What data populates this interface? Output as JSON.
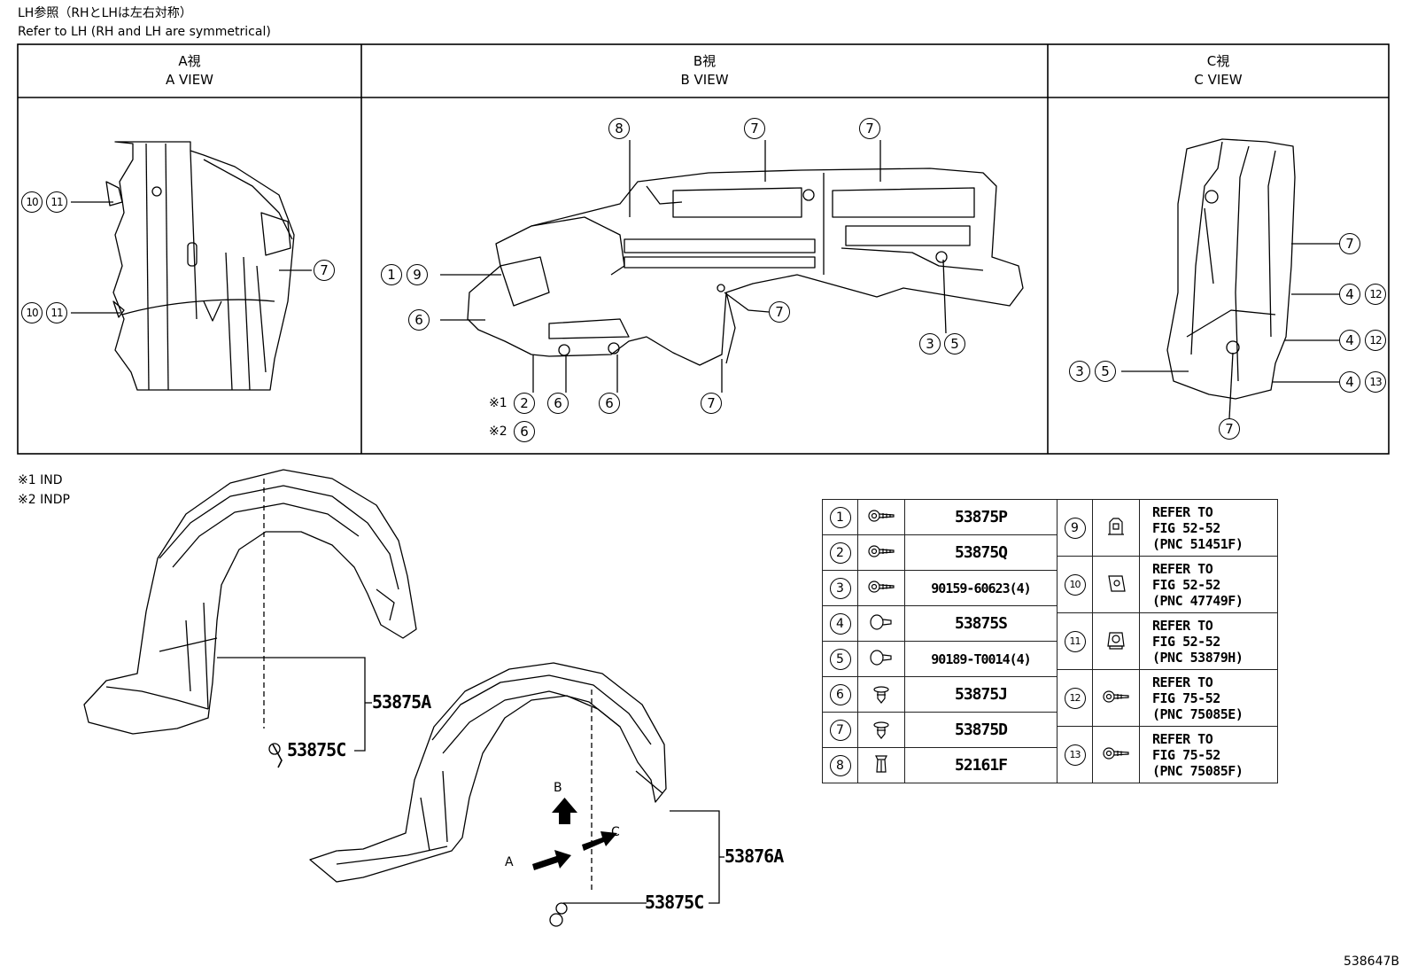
{
  "header": {
    "line1": "LH参照（RHとLHは左右対称）",
    "line2": "Refer to LH (RH and LH are symmetrical)"
  },
  "views": [
    {
      "jp": "A視",
      "en": "A VIEW"
    },
    {
      "jp": "B視",
      "en": "B VIEW"
    },
    {
      "jp": "C視",
      "en": "C VIEW"
    }
  ],
  "callouts": {
    "a_top": [
      "10",
      "11"
    ],
    "a_mid": [
      "10",
      "11"
    ],
    "a_right": [
      "7"
    ],
    "b_19": [
      "1",
      "9"
    ],
    "b_6": [
      "6"
    ],
    "b_8": [
      "8"
    ],
    "b_7a": [
      "7"
    ],
    "b_7b": [
      "7"
    ],
    "b_7c": [
      "7"
    ],
    "b_7d": [
      "7"
    ],
    "b_35": [
      "3",
      "5"
    ],
    "b_2": [
      "2"
    ],
    "b_6a": [
      "6"
    ],
    "b_6b": [
      "6"
    ],
    "b_6c": [
      "6"
    ],
    "c_7a": [
      "7"
    ],
    "c_412a": [
      "4",
      "12"
    ],
    "c_412b": [
      "4",
      "12"
    ],
    "c_413": [
      "4",
      "13"
    ],
    "c_35": [
      "3",
      "5"
    ],
    "c_7b": [
      "7"
    ]
  },
  "markers": {
    "m1": "※1",
    "m2": "※2"
  },
  "notes": {
    "n1": "※1 IND",
    "n2": "※2 INDP"
  },
  "part_labels": {
    "p1": "53875A",
    "p2": "53875C",
    "p3": "53876A",
    "p4": "53875C"
  },
  "arrows": {
    "a": "A",
    "b": "B",
    "c": "C"
  },
  "parts_table": {
    "left": [
      {
        "num": "1",
        "pn": "53875P",
        "icon": "screw-icon"
      },
      {
        "num": "2",
        "pn": "53875Q",
        "icon": "screw-icon"
      },
      {
        "num": "3",
        "pn": "90159-60623(4)",
        "icon": "screw-icon"
      },
      {
        "num": "4",
        "pn": "53875S",
        "icon": "button-head-screw-icon"
      },
      {
        "num": "5",
        "pn": "90189-T0014(4)",
        "icon": "button-head-screw-icon"
      },
      {
        "num": "6",
        "pn": "53875J",
        "icon": "clip-icon"
      },
      {
        "num": "7",
        "pn": "53875D",
        "icon": "clip-icon"
      },
      {
        "num": "8",
        "pn": "52161F",
        "icon": "push-rivet-icon"
      }
    ],
    "right": [
      {
        "num": "9",
        "l1": "REFER TO",
        "l2": "FIG 52-52",
        "l3": "(PNC 51451F)",
        "icon": "clamp-icon"
      },
      {
        "num": "10",
        "l1": "REFER TO",
        "l2": "FIG 52-52",
        "l3": "(PNC 47749F)",
        "icon": "nut-icon"
      },
      {
        "num": "11",
        "l1": "REFER TO",
        "l2": "FIG 52-52",
        "l3": "(PNC 53879H)",
        "icon": "retainer-icon"
      },
      {
        "num": "12",
        "l1": "REFER TO",
        "l2": "FIG 75-52",
        "l3": "(PNC 75085E)",
        "icon": "washer-screw-icon"
      },
      {
        "num": "13",
        "l1": "REFER TO",
        "l2": "FIG 75-52",
        "l3": "(PNC 75085F)",
        "icon": "washer-screw-icon"
      }
    ]
  },
  "ref_code": "538647B"
}
